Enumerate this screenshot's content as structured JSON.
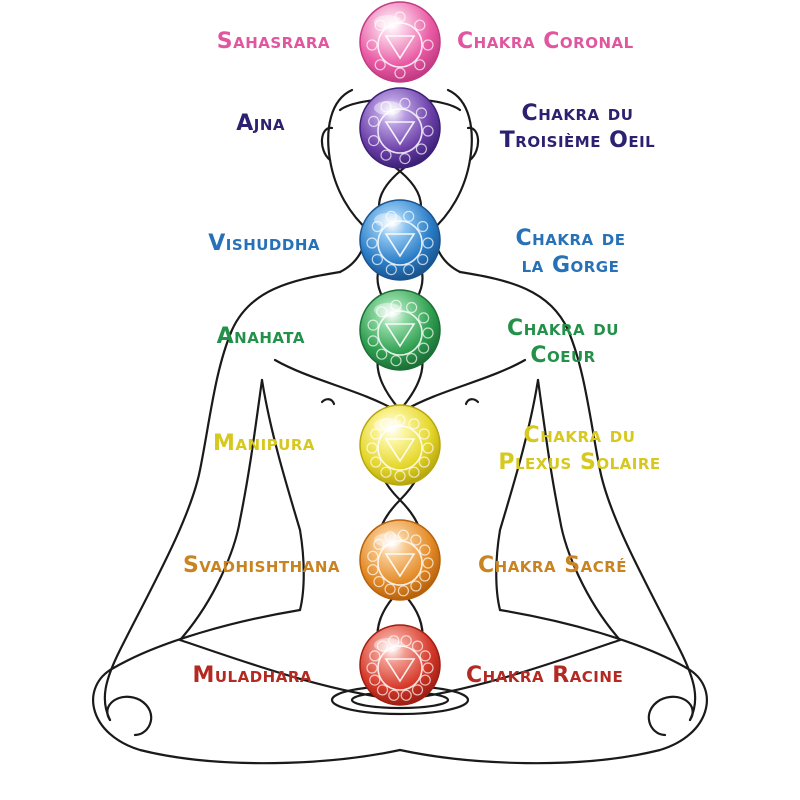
{
  "chakras": [
    {
      "sanskrit": "Sahasrara",
      "french": [
        "Chakra Coronal"
      ],
      "color": "#e95aa4",
      "light": "#f9c5e0",
      "dark": "#c23b84"
    },
    {
      "sanskrit": "Ajna",
      "french": [
        "Chakra du",
        "Troisième Oeil"
      ],
      "color": "#6b3fa7",
      "light": "#b69ae0",
      "dark": "#3c2178"
    },
    {
      "sanskrit": "Vishuddha",
      "french": [
        "Chakra de",
        "la Gorge"
      ],
      "color": "#2a7cc6",
      "light": "#8cc4f0",
      "dark": "#1a5590"
    },
    {
      "sanskrit": "Anahata",
      "french": [
        "Chakra du",
        "Coeur"
      ],
      "color": "#2e9e4f",
      "light": "#8fd9a3",
      "dark": "#1c7036"
    },
    {
      "sanskrit": "Manipura",
      "french": [
        "Chakra du",
        "Plexus Solaire"
      ],
      "color": "#e4d62a",
      "light": "#fbf49b",
      "dark": "#b8a80e"
    },
    {
      "sanskrit": "Svadhishthana",
      "french": [
        "Chakra Sacré"
      ],
      "color": "#e38a26",
      "light": "#f8c98e",
      "dark": "#b8620d"
    },
    {
      "sanskrit": "Muladhara",
      "french": [
        "Chakra Racine"
      ],
      "color": "#d63a2a",
      "light": "#f29a8e",
      "dark": "#a01f14"
    }
  ],
  "label_colors": [
    "#e0569f",
    "#2b2170",
    "#2772b6",
    "#23914a",
    "#d6c81e",
    "#c98320",
    "#b22a22"
  ]
}
